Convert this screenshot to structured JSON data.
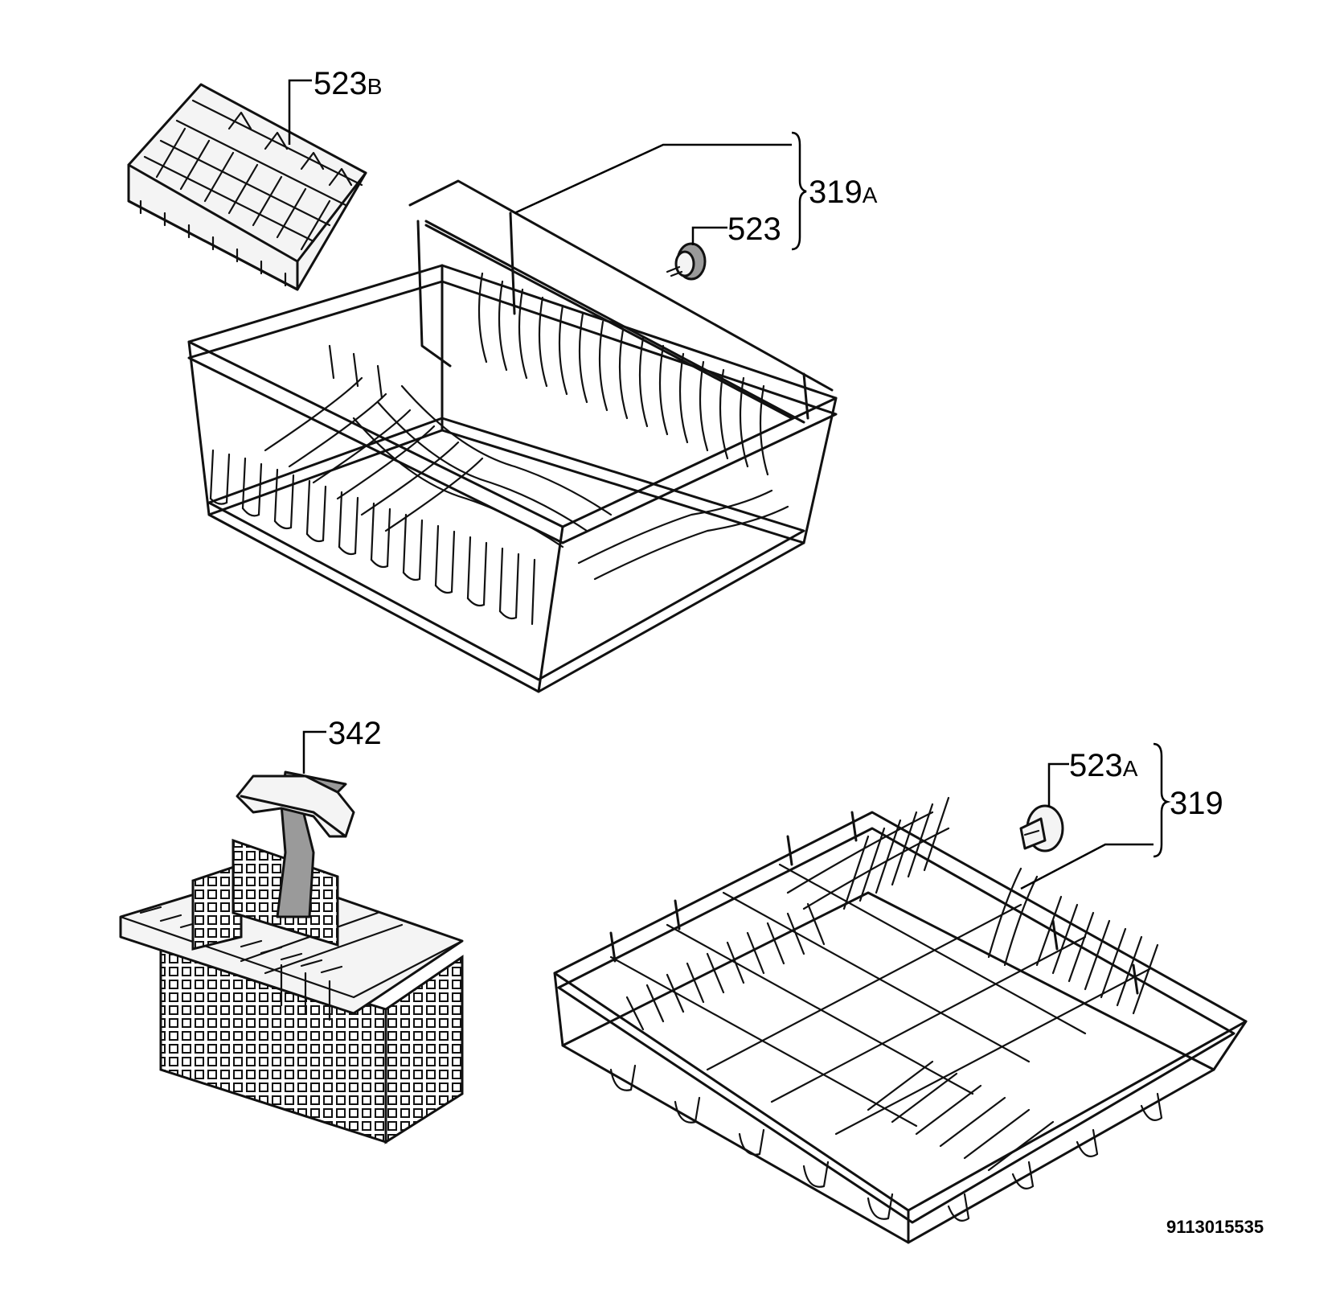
{
  "callouts": {
    "c523b": {
      "num": "523",
      "suffix": "B"
    },
    "c319a": {
      "num": "319",
      "suffix": "A"
    },
    "c523": {
      "num": "523",
      "suffix": ""
    },
    "c342": {
      "num": "342",
      "suffix": ""
    },
    "c523a": {
      "num": "523",
      "suffix": "A"
    },
    "c319": {
      "num": "319",
      "suffix": ""
    }
  },
  "document_number": "9113015535",
  "colors": {
    "line": "#111111",
    "background": "#ffffff"
  }
}
